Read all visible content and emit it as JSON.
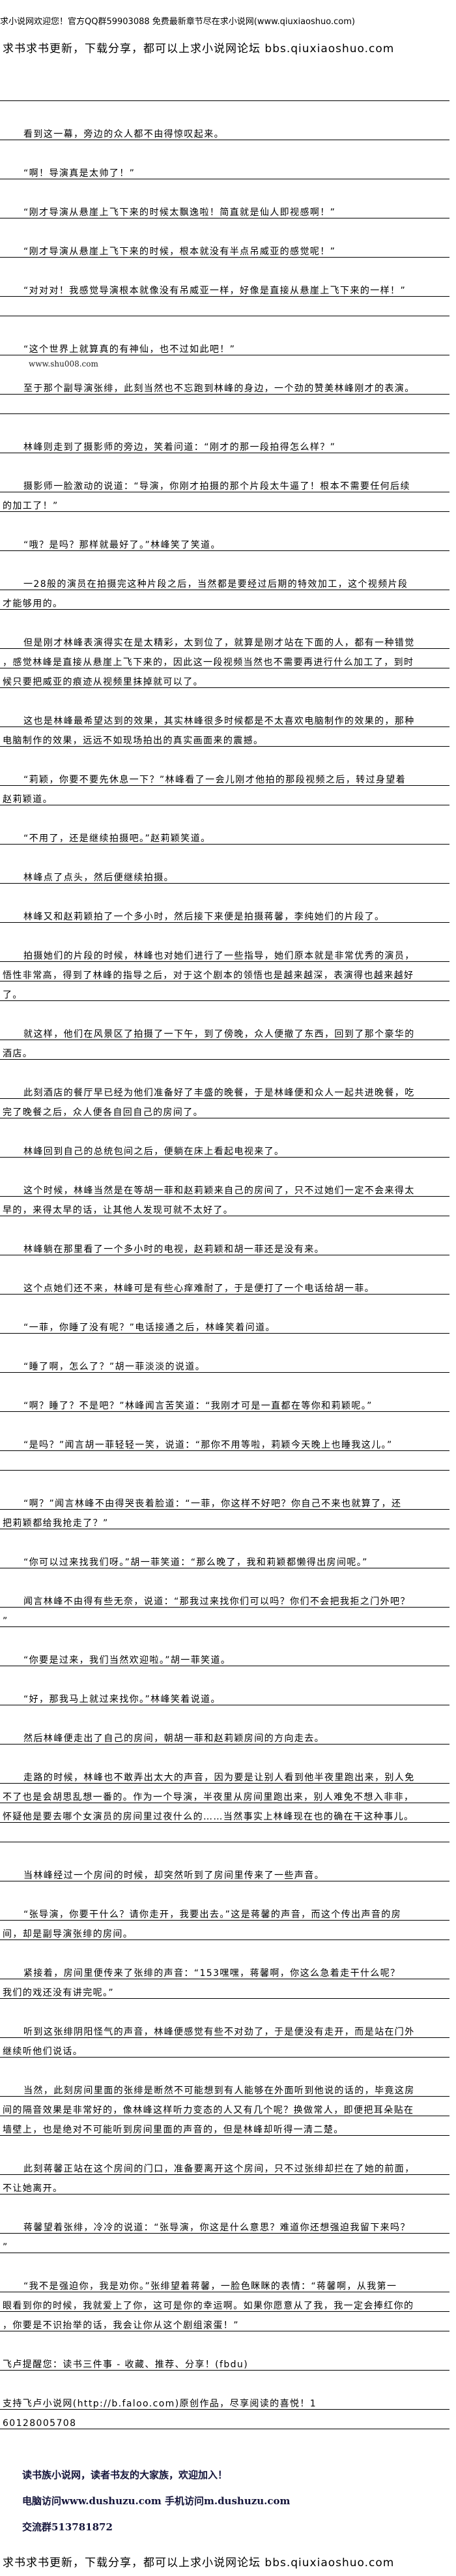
{
  "header": {
    "welcome": "求小说网欢迎您！官方QQ群59903088 免费最新章节尽在求小说网(www.qiuxiaoshuo.com)",
    "forum": "求书求书更新，下载分享，都可以上求小说网论坛 bbs.qiuxiaoshuo.com"
  },
  "watermark": "www.shu008.com",
  "paragraphs": [
    {
      "lines": [
        "看到这一幕，旁边的众人都不由得惊叹起来。"
      ]
    },
    {
      "lines": [
        "“啊！导演真是太帅了！”"
      ]
    },
    {
      "lines": [
        "“刚才导演从悬崖上飞下来的时候太飘逸啦！简直就是仙人即视感啊！”"
      ]
    },
    {
      "lines": [
        "“刚才导演从悬崖上飞下来的时候，根本就没有半点吊威亚的感觉呢！”"
      ]
    },
    {
      "lines": [
        "“对对对！我感觉导演根本就像没有吊威亚一样，好像是直接从悬崖上飞下来的一样！”",
        ""
      ]
    },
    {
      "lines": [
        "“这个世界上就算真的有神仙，也不过如此吧！”"
      ]
    },
    {
      "lines": [
        "至于那个副导演张绯，此刻当然也不忘跑到林峰的身边，一个劲的赞美林峰刚才的表演。",
        ""
      ],
      "watermark": true
    },
    {
      "lines": [
        "林峰则走到了摄影师的旁边，笑着问道：“刚才的那一段拍得怎么样？”"
      ]
    },
    {
      "lines": [
        "摄影师一脸激动的说道：“导演，你刚才拍摄的那个片段太牛逼了！根本不需要任何后续",
        "的加工了！”"
      ]
    },
    {
      "lines": [
        "“哦？是吗？那样就最好了。”林峰笑了笑道。"
      ]
    },
    {
      "lines": [
        "一28般的演员在拍摄完这种片段之后，当然都是要经过后期的特效加工，这个视频片段",
        "才能够用的。"
      ]
    },
    {
      "lines": [
        "但是刚才林峰表演得实在是太精彩，太到位了，就算是刚才站在下面的人，都有一种错觉",
        "，感觉林峰是直接从悬崖上飞下来的，因此这一段视频当然也不需要再进行什么加工了，到时",
        "候只要把威亚的痕迹从视频里抹掉就可以了。"
      ]
    },
    {
      "lines": [
        "这也是林峰最希望达到的效果，其实林峰很多时候都是不太喜欢电脑制作的效果的，那种",
        "电脑制作的效果，远远不如现场拍出的真实画面来的震撼。"
      ]
    },
    {
      "lines": [
        "“莉颖，你要不要先休息一下？”林峰看了一会儿刚才他拍的那段视频之后，转过身望着",
        "赵莉颖道。"
      ]
    },
    {
      "lines": [
        "“不用了，还是继续拍摄吧。”赵莉颖笑道。"
      ]
    },
    {
      "lines": [
        "林峰点了点头，然后便继续拍摄。"
      ]
    },
    {
      "lines": [
        "林峰又和赵莉颖拍了一个多小时，然后接下来便是拍摄蒋馨，李纯她们的片段了。"
      ]
    },
    {
      "lines": [
        "拍摄她们的片段的时候，林峰也对她们进行了一些指导，她们原本就是非常优秀的演员，",
        "悟性非常高，得到了林峰的指导之后，对于这个剧本的领悟也是越来越深，表演得也越来越好",
        "了。"
      ]
    },
    {
      "lines": [
        "就这样，他们在风景区了拍摄了一下午，到了傍晚，众人便撤了东西，回到了那个豪华的",
        "酒店。"
      ]
    },
    {
      "lines": [
        "此刻酒店的餐厅早已经为他们准备好了丰盛的晚餐，于是林峰便和众人一起共进晚餐，吃",
        "完了晚餐之后，众人便各自回自己的房间了。"
      ]
    },
    {
      "lines": [
        "林峰回到自己的总统包间之后，便躺在床上看起电视来了。"
      ]
    },
    {
      "lines": [
        "这个时候，林峰当然是在等胡一菲和赵莉颖来自己的房间了，只不过她们一定不会来得太",
        "早的，来得太早的话，让其他人发现可就不太好了。"
      ]
    },
    {
      "lines": [
        "林峰躺在那里看了一个多小时的电视，赵莉颖和胡一菲还是没有来。"
      ]
    },
    {
      "lines": [
        "这个点她们还不来，林峰可是有些心痒难耐了，于是便打了一个电话给胡一菲。"
      ]
    },
    {
      "lines": [
        "“一菲，你睡了没有呢？”电话接通之后，林峰笑着问道。"
      ]
    },
    {
      "lines": [
        "“睡了啊，怎么了？”胡一菲淡淡的说道。"
      ]
    },
    {
      "lines": [
        "“啊？睡了？不是吧？”林峰闻言苦笑道：“我刚才可是一直都在等你和莉颖呢。”"
      ]
    },
    {
      "lines": [
        "“是吗？”闻言胡一菲轻轻一笑，说道：“那你不用等啦，莉颖今天晚上也睡我这儿。”",
        ""
      ]
    },
    {
      "lines": [
        "“啊？”闻言林峰不由得哭丧着脸道：“一菲，你这样不好吧？你自己不来也就算了，还",
        "把莉颖都给我抢走了？”"
      ]
    },
    {
      "lines": [
        "“你可以过来找我们呀。”胡一菲笑道：“那么晚了，我和莉颖都懒得出房间呢。”"
      ]
    },
    {
      "lines": [
        "闻言林峰不由得有些无奈，说道：“那我过来找你们可以吗？你们不会把我拒之门外吧？",
        "”"
      ]
    },
    {
      "lines": [
        "“你要是过来，我们当然欢迎啦。”胡一菲笑道。"
      ]
    },
    {
      "lines": [
        "“好，那我马上就过来找你。”林峰笑着说道。"
      ]
    },
    {
      "lines": [
        "然后林峰便走出了自己的房间，朝胡一菲和赵莉颖房间的方向走去。"
      ]
    },
    {
      "lines": [
        "走路的时候，林峰也不敢弄出太大的声音，因为要是让别人看到他半夜里跑出来，别人免",
        "不了也是会胡思乱想一番的。作为一个导演，半夜里从房间里跑出来，别人难免不想入非非，",
        "怀疑他是要去哪个女演员的房间里过夜什么的……当然事实上林峰现在也的确在干这种事儿。",
        ""
      ]
    },
    {
      "lines": [
        "当林峰经过一个房间的时候，却突然听到了房间里传来了一些声音。"
      ]
    },
    {
      "lines": [
        "“张导演，你要干什么？请你走开，我要出去。”这是蒋馨的声音，而这个传出声音的房",
        "间，却是副导演张绯的房间。"
      ]
    },
    {
      "lines": [
        "紧接着，房间里便传来了张绯的声音：“153嘿嘿，蒋馨啊，你这么急着走干什么呢？",
        "我们的戏还没有讲完呢。”"
      ]
    },
    {
      "lines": [
        "听到这张绯阴阳怪气的声音，林峰便感觉有些不对劲了，于是便没有走开，而是站在门外",
        "继续听他们说话。"
      ]
    },
    {
      "lines": [
        "当然，此刻房间里面的张绯是断然不可能想到有人能够在外面听到他说的话的，毕竟这房",
        "间的隔音效果是非常好的，像林峰这样听力变态的人又有几个呢？换做常人，即便把耳朵贴在",
        "墙壁上，也是绝对不可能听到房间里面的声音的，但是林峰却听得一清二楚。"
      ]
    },
    {
      "lines": [
        "此刻蒋馨正站在这个房间的门口，准备要离开这个房间，只不过张绯却拦在了她的前面，",
        "不让她离开。"
      ]
    },
    {
      "lines": [
        "蒋馨望着张绯，冷冷的说道：“张导演，你这是什么意思？难道你还想强迫我留下来吗？",
        "”"
      ]
    },
    {
      "lines": [
        "“我不是强迫你，我是劝你。”张绯望着蒋馨，一脸色眯眯的表情：“蒋馨啊，从我第一",
        "眼看到你的时候，我就爱上了你，这可是你的幸运啊。如果你愿意从了我，我一定会捧红你的",
        "，你要是不识抬举的话，我会让你从这个剧组滚蛋！”"
      ]
    },
    {
      "lines": [
        "飞卢提醒您：读书三件事 - 收藏、推荐、分享！(fbdu)"
      ],
      "noindent": true
    },
    {
      "lines": [
        "支持飞卢小说网(http://b.faloo.com)原创作品，尽享阅读的喜悦！1",
        "60128005708"
      ],
      "noindent": true
    }
  ],
  "footer": {
    "slogan": "读书族小说网，读者书友的大家族，欢迎加入！",
    "access": "电脑访问www.dushuzu.com 手机访问m.dushuzu.com",
    "group": "交流群513781872",
    "forum": "求书求书更新，下载分享，都可以上求小说网论坛 bbs.qiuxiaoshuo.com"
  }
}
